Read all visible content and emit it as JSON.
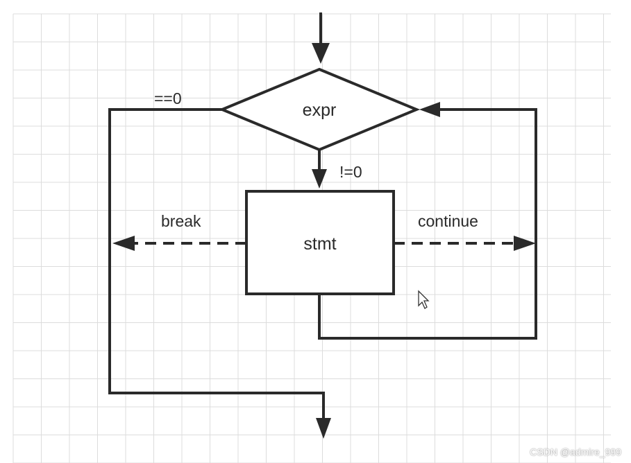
{
  "diagram": {
    "condition_label": "expr",
    "statement_label": "stmt",
    "false_branch_label": "==0",
    "true_branch_label": "!=0",
    "break_label": "break",
    "continue_label": "continue"
  },
  "watermark": {
    "text": "CSDN @admire_999"
  },
  "colors": {
    "stroke": "#2a2a2a",
    "grid": "#dcdcdc",
    "background": "#ffffff"
  }
}
